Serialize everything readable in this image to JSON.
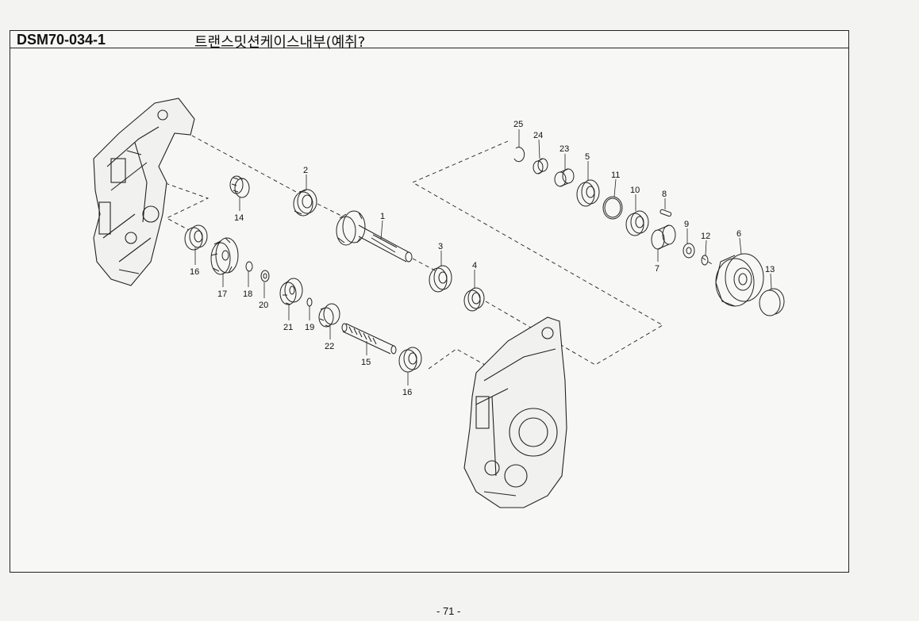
{
  "header": {
    "code": "DSM70-034-1",
    "title": "트랜스밋션케이스내부(예취?"
  },
  "callouts": [
    "25",
    "24",
    "23",
    "5",
    "11",
    "10",
    "8",
    "9",
    "12",
    "6",
    "13",
    "7",
    "2",
    "1",
    "14",
    "3",
    "4",
    "16",
    "17",
    "18",
    "20",
    "21",
    "19",
    "22",
    "15",
    "16"
  ],
  "footer": {
    "page_number": "- 71 -"
  }
}
